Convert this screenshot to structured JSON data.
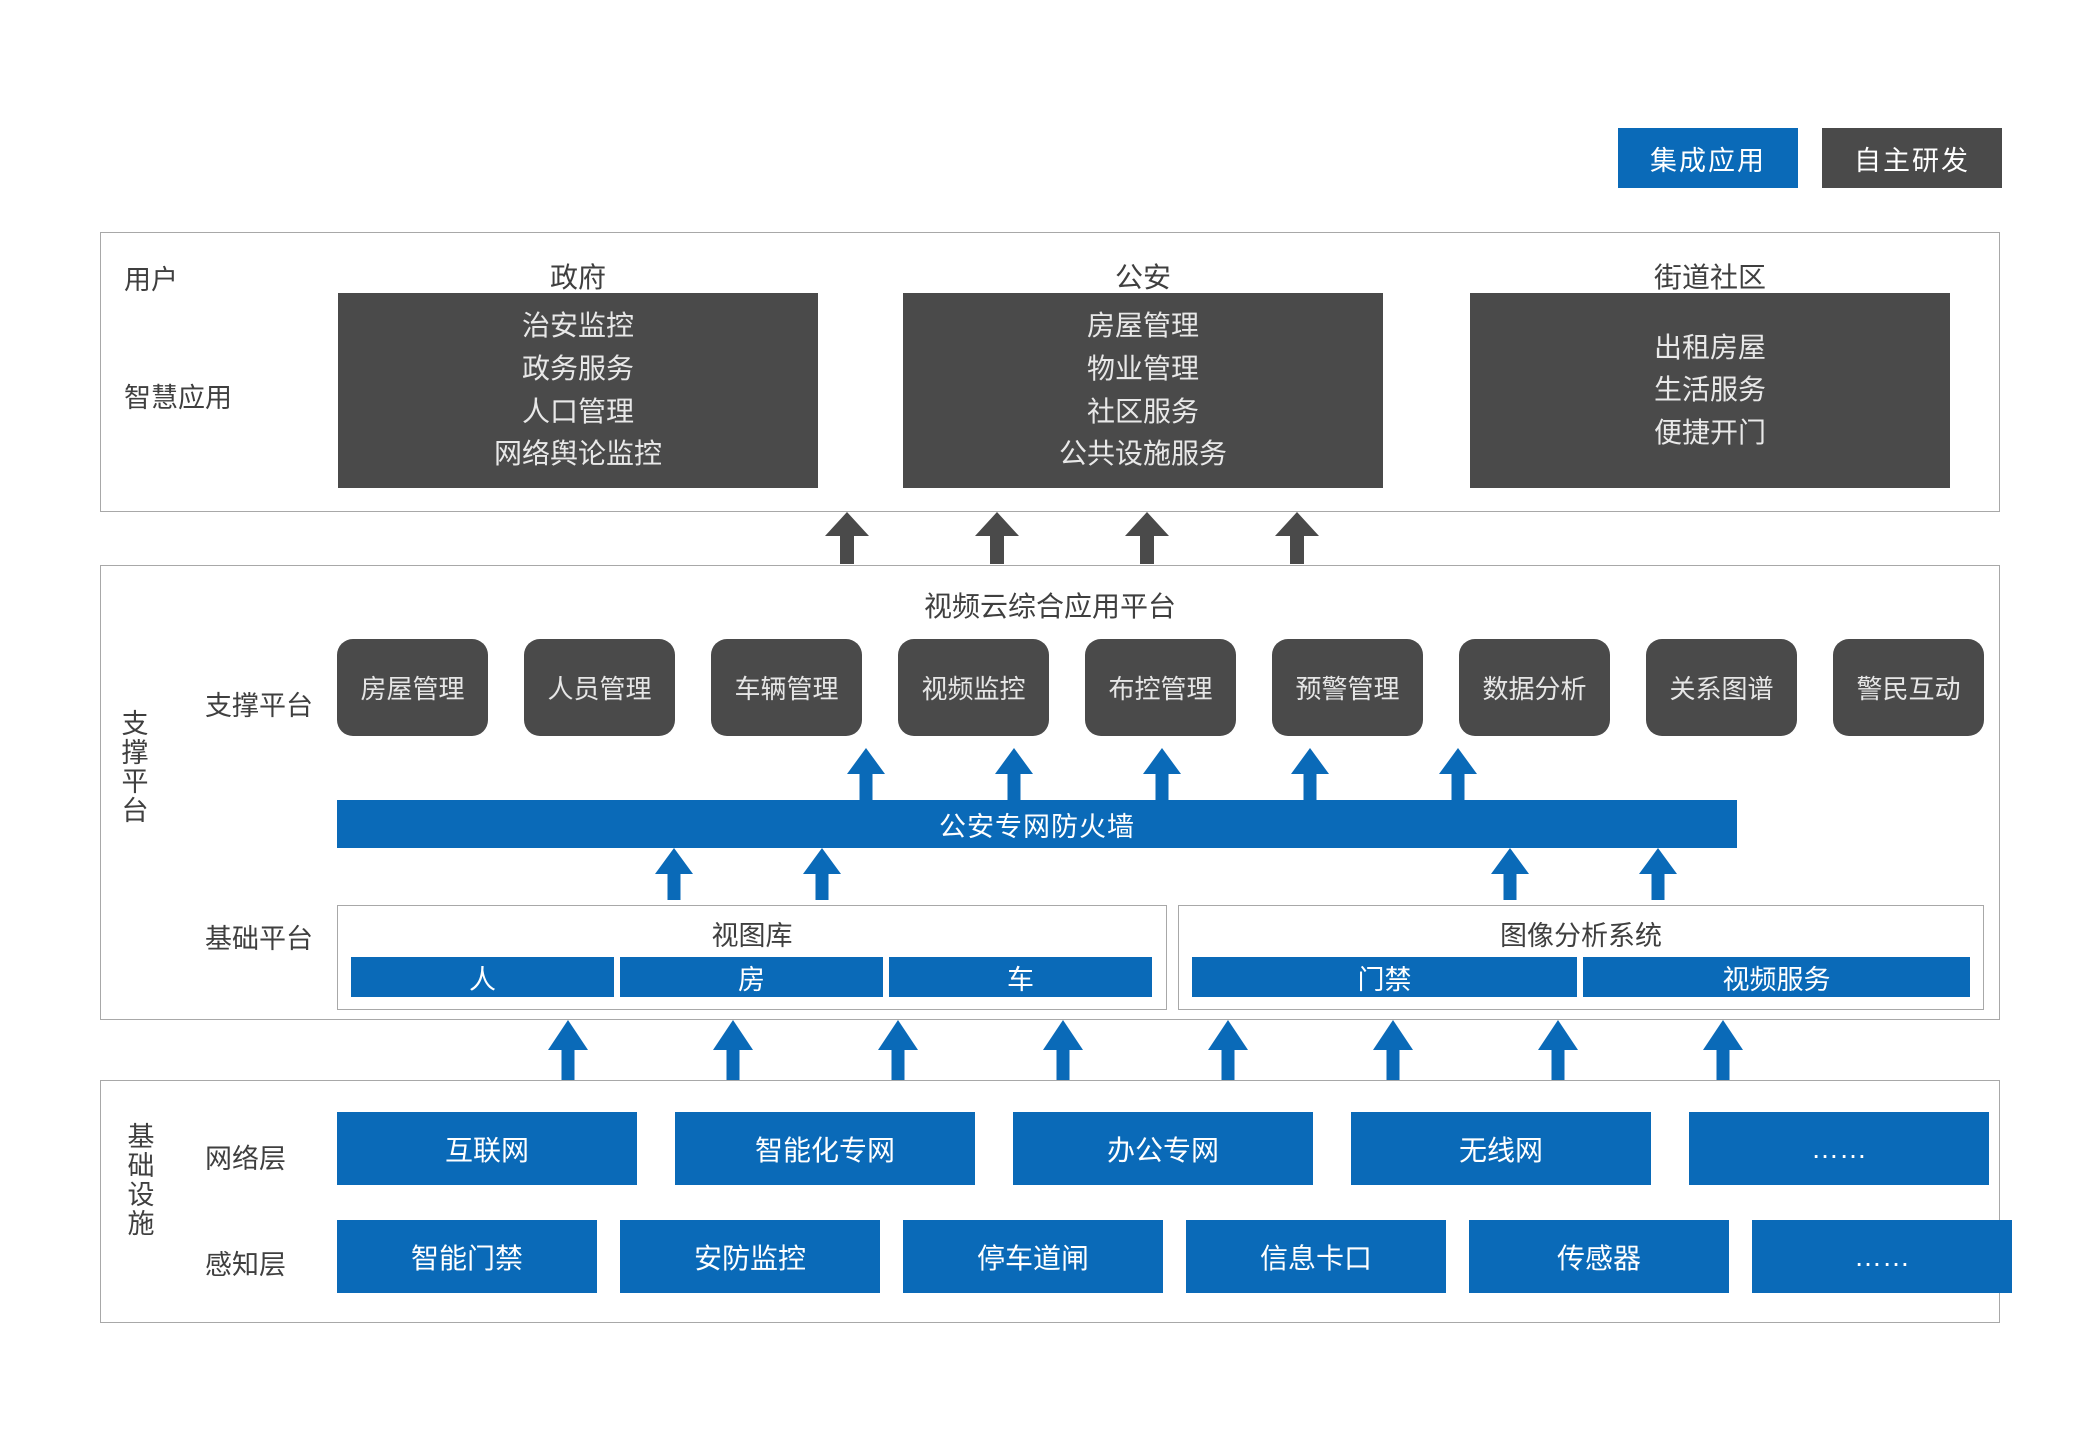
{
  "legend": {
    "items": [
      {
        "label": "集成应用",
        "color": "#0a6ab8",
        "name": "integrated-application"
      },
      {
        "label": "自主研发",
        "color": "#4a4a4a",
        "name": "self-developed"
      }
    ]
  },
  "colors": {
    "blue": "#0a6ab8",
    "dark_gray": "#4a4a4a",
    "border_gray": "#a8a8a8",
    "text_gray": "#3f3f3f"
  },
  "application_layer": {
    "row_labels": [
      "用户",
      "智慧应用"
    ],
    "columns": [
      {
        "title": "政府",
        "items": [
          "治安监控",
          "政务服务",
          "人口管理",
          "网络舆论监控"
        ]
      },
      {
        "title": "公安",
        "items": [
          "房屋管理",
          "物业管理",
          "社区服务",
          "公共设施服务"
        ]
      },
      {
        "title": "街道社区",
        "items": [
          "出租房屋",
          "生活服务",
          "便捷开门"
        ]
      }
    ]
  },
  "platform_layer": {
    "side_label": "支撑平台",
    "title": "视频云综合应用平台",
    "support_row_label": "支撑平台",
    "support_tiles": [
      "房屋管理",
      "人员管理",
      "车辆管理",
      "视频监控",
      "布控管理",
      "预警管理",
      "数据分析",
      "关系图谱",
      "警民互动"
    ],
    "firewall_label": "公安专网防火墙",
    "base_row_label": "基础平台",
    "base_groups": [
      {
        "title": "视图库",
        "items": [
          "人",
          "房",
          "车"
        ]
      },
      {
        "title": "图像分析系统",
        "items": [
          "门禁",
          "视频服务"
        ]
      }
    ]
  },
  "infrastructure_layer": {
    "side_label": "基础设施",
    "rows": [
      {
        "label": "网络层",
        "items": [
          "互联网",
          "智能化专网",
          "办公专网",
          "无线网",
          "……"
        ]
      },
      {
        "label": "感知层",
        "items": [
          "智能门禁",
          "安防监控",
          "停车道闸",
          "信息卡口",
          "传感器",
          "……"
        ]
      }
    ]
  }
}
